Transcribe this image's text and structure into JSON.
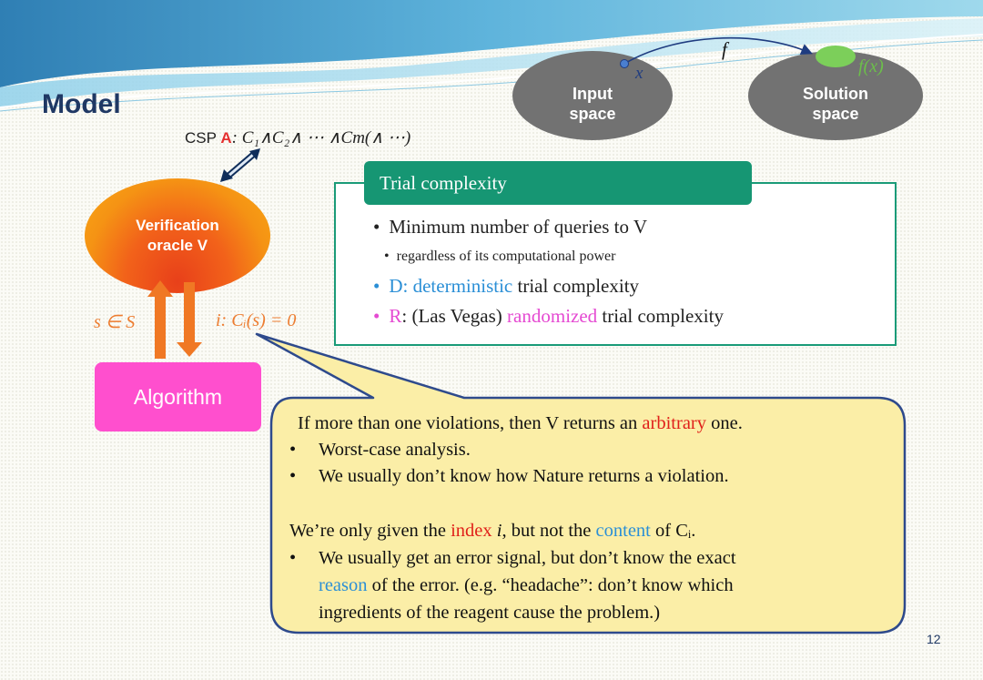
{
  "slide": {
    "title": "Model",
    "page_number": "12"
  },
  "csp": {
    "label": "CSP",
    "letter": "A",
    "formula": ": C₁∧C₂∧ ⋯ ∧Cm(∧ ⋯)"
  },
  "mapping": {
    "f_label": "f",
    "x_label": "x",
    "fx_label": "f(x)",
    "input_space": [
      "Input",
      "space"
    ],
    "solution_space": [
      "Solution",
      "space"
    ]
  },
  "oracle": {
    "line1": "Verification",
    "line2": "oracle V"
  },
  "algorithm": {
    "label": "Algorithm"
  },
  "arrows": {
    "left_label": "s ∈ S",
    "right_label": "i: Cᵢ(s) = 0"
  },
  "trial": {
    "heading": "Trial complexity",
    "item1": "Minimum number of queries to V",
    "subitem": "regardless of its computational power",
    "d_prefix": "D: ",
    "d_highlight": "deterministic",
    "d_suffix": " trial complexity",
    "r_prefix": "R",
    "r_mid": ": (Las Vegas) ",
    "r_highlight": "randomized",
    "r_suffix": " trial complexity"
  },
  "callout": {
    "line1_pre": "If more than one violations, then V returns an ",
    "line1_hl": "arbitrary",
    "line1_post": " one.",
    "bullet1": "Worst-case analysis.",
    "bullet2": "We usually don’t know how Nature returns a violation.",
    "line2_pre": "We’re only given the ",
    "line2_hl1": "index",
    "line2_i": " i",
    "line2_mid": ", but not the ",
    "line2_hl2": "content",
    "line2_post": " of Cᵢ.",
    "bullet3_l1": "We usually get an error signal, but don’t know the exact",
    "bullet3_l2_hl": "reason",
    "bullet3_l2_post": " of the error. (e.g. “headache”: don’t know which",
    "bullet3_l3": "ingredients of the reagent cause the problem.)"
  },
  "colors": {
    "title": "#1f3864",
    "trial_green": "#169673",
    "oracle_orange": "#f59314",
    "algorithm_pink": "#ff4fce",
    "callout_fill": "#fbeea7",
    "callout_border": "#2e4a8c",
    "arrow_orange": "#f07824",
    "highlight_blue": "#2b8fd6",
    "highlight_magenta": "#e54ad2",
    "highlight_red": "#e0201a"
  }
}
